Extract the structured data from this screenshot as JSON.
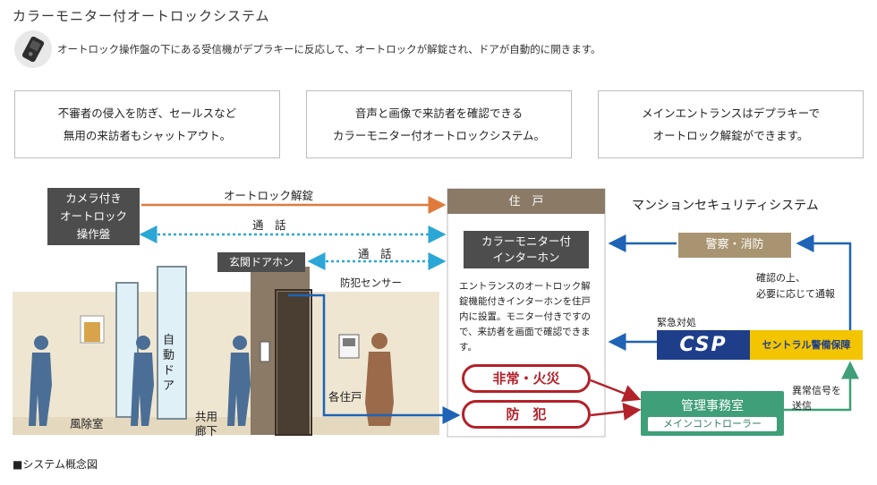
{
  "title": "カラーモニター付オートロックシステム",
  "intro": "オートロック操作盤の下にある受信機がデプラキーに反応して、オートロックが解錠され、ドアが自動的に開きます。",
  "features": [
    "不審者の侵入を防ぎ、セールスなど\n無用の来訪者もシャットアウト。",
    "音声と画像で来訪者を確認できる\nカラーモニター付オートロックシステム。",
    "メインエントランスはデプラキーで\nオートロック解錠ができます。"
  ],
  "diagram": {
    "camera_panel": "カメラ付き\nオートロック\n操作盤",
    "autolock_release": "オートロック解錠",
    "call_1": "通　話",
    "call_2": "通　話",
    "entrance_phone": "玄関ドアホン",
    "security_sensor": "防犯センサー",
    "auto_door": "自動ドア",
    "vestibule": "風除室",
    "shared_corridor": "共用\n廊下",
    "each_unit": "各住戸",
    "dwelling_header": "住　戸",
    "monitor_intercom": "カラーモニター付\nインターホン",
    "dwelling_desc": "エントランスのオートロック解錠機能付きインターホンを住戸内に設置。モニター付きですので、来訪者を画面で確認できます。",
    "fire_emergency": "非常・火災",
    "crime_prevention": "防　犯",
    "security_system_title": "マンションセキュリティシステム",
    "police_fire": "警察・消防",
    "confirm_note": "確認の上、\n必要に応じて通報",
    "emergency_response": "緊急対処",
    "csp_logo": "CSP",
    "csp_name": "セントラル警備保障",
    "management_office": "管理事務室",
    "main_controller": "メインコントローラー",
    "abnormal_signal": "異常信号を\n送信"
  },
  "caption": "■システム概念図",
  "colors": {
    "orange": "#e07a3c",
    "blue": "#1e63b5",
    "cyan": "#2aa7d6",
    "red": "#b3212a",
    "teal": "#3f9f78",
    "brown": "#8a7a66",
    "tan": "#a89470",
    "dark": "#4d4d4d",
    "cream": "#efe6d2"
  },
  "icons": [
    "remote-key-icon",
    "person-silhouette-icon"
  ]
}
